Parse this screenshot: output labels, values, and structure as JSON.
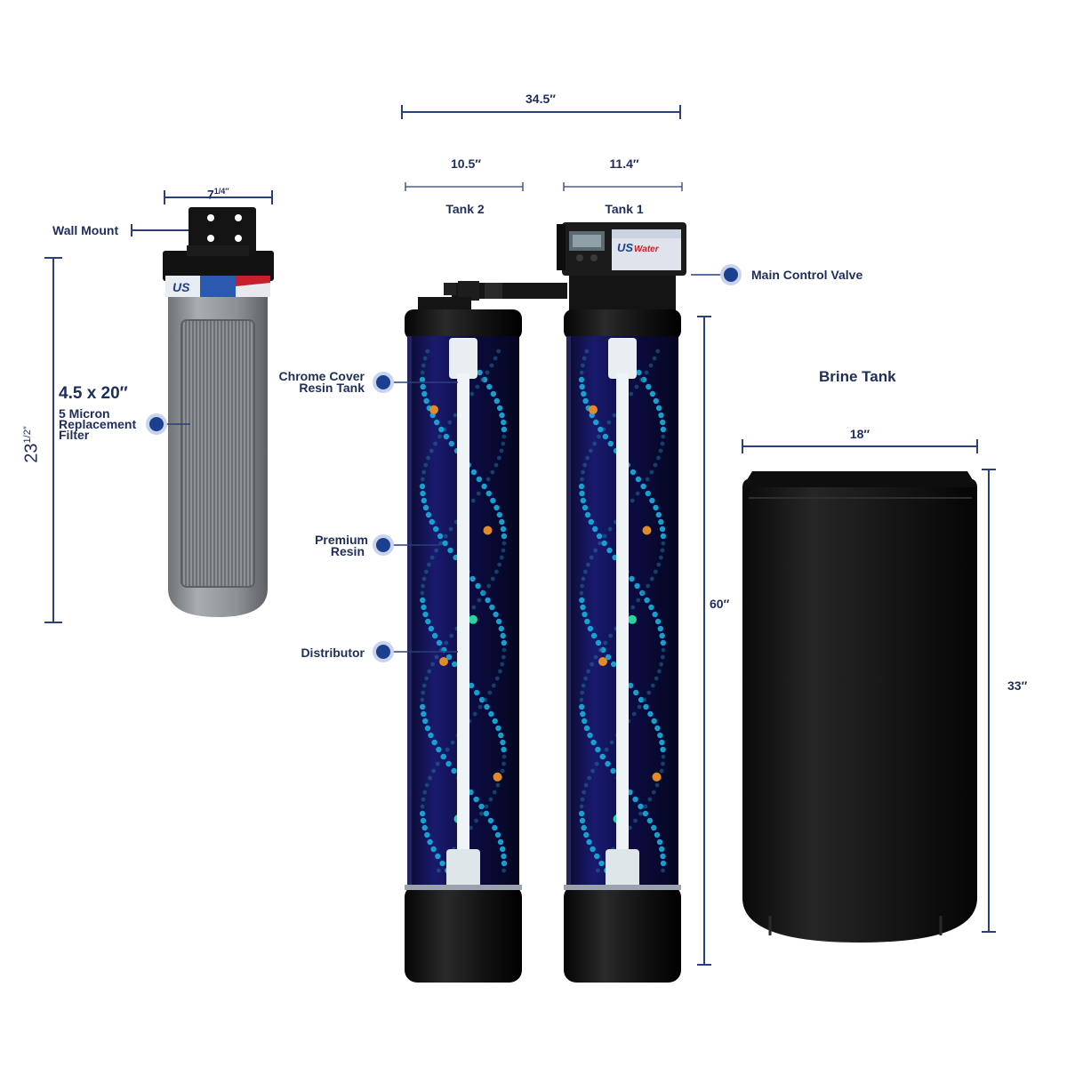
{
  "filter": {
    "width_label": "7",
    "width_fraction": "1/4″",
    "wall_mount_label": "Wall Mount",
    "size_label": "4.5 x 20″",
    "desc_line1": "5 Micron",
    "desc_line2": "Replacement",
    "desc_line3": "Filter",
    "height_label": "23",
    "height_fraction": "1/2″",
    "brand_text": "US"
  },
  "softener": {
    "overall_width": "34.5″",
    "tank2_width": "10.5″",
    "tank1_width": "11.4″",
    "tank2_name": "Tank 2",
    "tank1_name": "Tank 1",
    "control_valve_label": "Main Control Valve",
    "chrome_cover_line1": "Chrome Cover",
    "chrome_cover_line2": "Resin Tank",
    "resin_line1": "Premium",
    "resin_line2": "Resin",
    "distributor_label": "Distributor",
    "tank_height": "60″",
    "valve_brand": "US",
    "valve_brand_sub": "Water"
  },
  "brine_tank": {
    "title": "Brine Tank",
    "width": "18″",
    "height": "33″"
  },
  "colors": {
    "label_navy": "#1f2d5c",
    "dim_line": "#2b3f7a",
    "dot_blue": "#1c3f8f",
    "resin_cyan": "#1aa6d8",
    "tank_black": "#111111"
  }
}
